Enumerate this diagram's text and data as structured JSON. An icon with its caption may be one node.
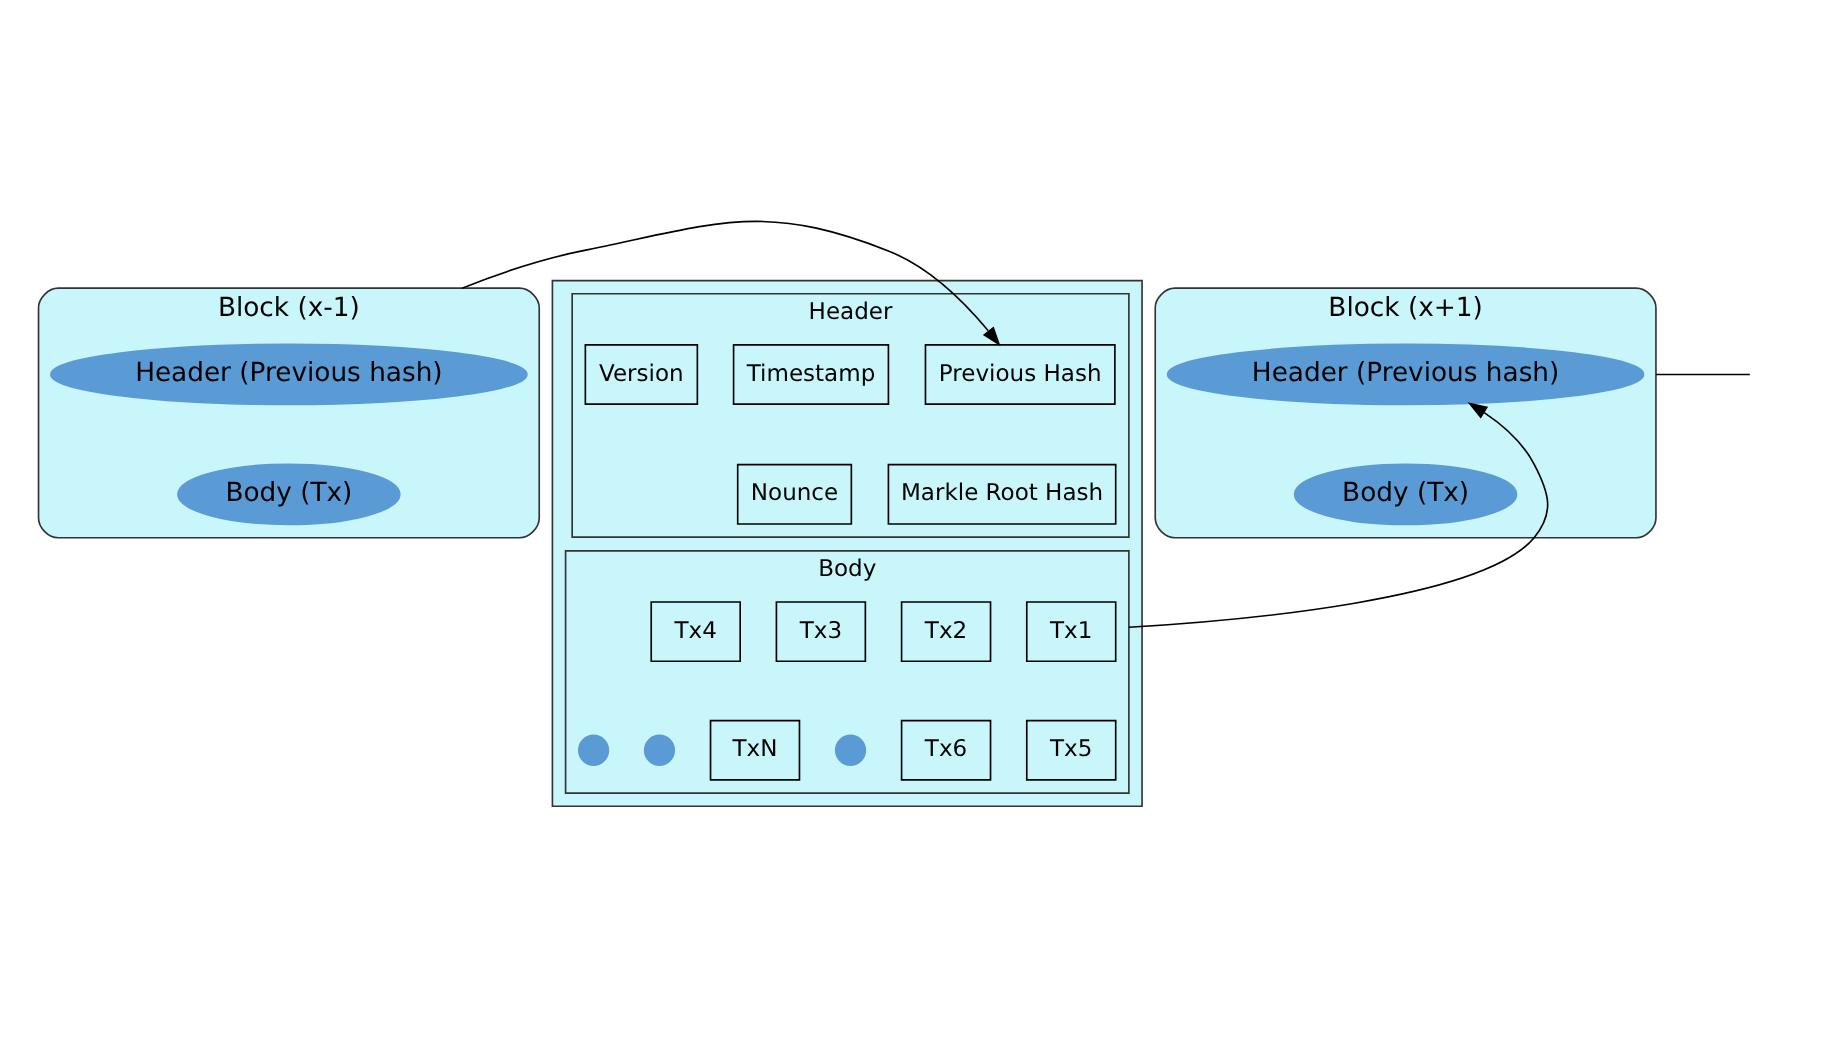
{
  "diagram": {
    "nodes": [
      {
        "text": [
          "Block (x-1)"
        ]
      },
      {
        "text": [
          "Header (Previous hash)"
        ],
        "in": 0
      },
      {
        "text": [
          "Body (Tx)"
        ],
        "in": 0
      },
      {
        "text": [],
        "shape": "box"
      },
      {
        "text": [
          "Header"
        ],
        "in": 3
      },
      {
        "text": [
          "Previous Hash"
        ],
        "in": 4
      },
      {
        "text": [
          "Timestamp"
        ],
        "in": 4
      },
      {
        "text": [
          "Version"
        ],
        "in": 4
      },
      {
        "text": [
          "Markle Root Hash"
        ],
        "in": 4
      },
      {
        "text": [
          "Nounce"
        ],
        "in": 4
      },
      {
        "text": [
          "Body"
        ],
        "in": 3
      },
      {
        "text": [
          "Tx1"
        ],
        "in": 10
      },
      {
        "text": [
          "Tx2"
        ],
        "in": 10
      },
      {
        "text": [
          "Tx3"
        ],
        "in": 10
      },
      {
        "text": [
          "Tx4"
        ],
        "in": 10
      },
      {
        "text": [
          "Tx5"
        ],
        "in": 10
      },
      {
        "text": [
          "Tx6"
        ],
        "in": 10
      },
      {
        "text": [],
        "shape": "circle",
        "in": 10
      },
      {
        "text": [],
        "shape": "circle",
        "in": 10
      },
      {
        "text": [],
        "shape": "circle",
        "in": 10
      },
      {
        "text": [
          "TxN"
        ],
        "in": 10
      },
      {
        "text": [
          "Block (x+1)"
        ]
      },
      {
        "text": [
          "Header (Previous hash)"
        ],
        "in": 21
      },
      {
        "text": [
          "Body (Tx)"
        ],
        "in": 21
      }
    ],
    "edges": [
      {
        "from": 0,
        "to": 5,
        "arrow": "to"
      },
      {
        "from": 10,
        "to": 22,
        "arrow": "to"
      },
      {
        "from": 21,
        "to": null,
        "arrow": "none"
      }
    ]
  }
}
